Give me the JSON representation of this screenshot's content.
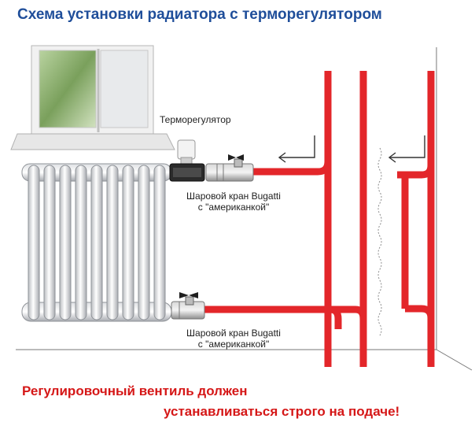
{
  "title": "Схема установки радиатора с терморегулятором",
  "labels": {
    "thermoregulator": "Терморегулятор",
    "valve_top_line1": "Шаровой кран Bugatti",
    "valve_top_line2": "с \"американкой\"",
    "valve_bottom_line1": "Шаровой кран Bugatti",
    "valve_bottom_line2": "с \"американкой\""
  },
  "footer": {
    "line1": "Регулировочный вентиль должен",
    "line2": "устанавливаться строго на подаче!"
  },
  "colors": {
    "pipe": "#e3262a",
    "title": "#1f4e9a",
    "footer": "#d51717"
  }
}
